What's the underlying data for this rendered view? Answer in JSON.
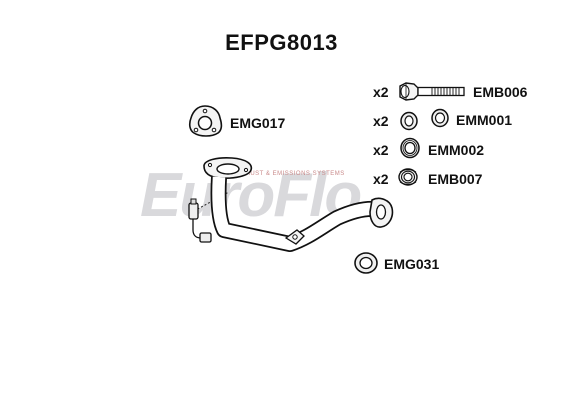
{
  "title": "EFPG8013",
  "watermark": {
    "brand": "EuroFlo",
    "tagline": "EXHAUST & EMISSIONS SYSTEMS",
    "colors": {
      "text": "#8a8a95",
      "accent": "#c0392b"
    }
  },
  "parts": [
    {
      "id": "emb006",
      "qty": "x2",
      "code": "EMB006",
      "icon": "bolt-icon"
    },
    {
      "id": "emm001",
      "qty": "x2",
      "code": "EMM001",
      "icon": "mounting-rubber-icon"
    },
    {
      "id": "emm002",
      "qty": "x2",
      "code": "EMM002",
      "icon": "mounting-ring-icon"
    },
    {
      "id": "emb007",
      "qty": "x2",
      "code": "EMB007",
      "icon": "spring-icon"
    }
  ],
  "gaskets": [
    {
      "id": "emg017",
      "code": "EMG017",
      "icon": "flange-gasket-icon"
    },
    {
      "id": "emg031",
      "code": "EMG031",
      "icon": "ring-gasket-icon"
    }
  ]
}
